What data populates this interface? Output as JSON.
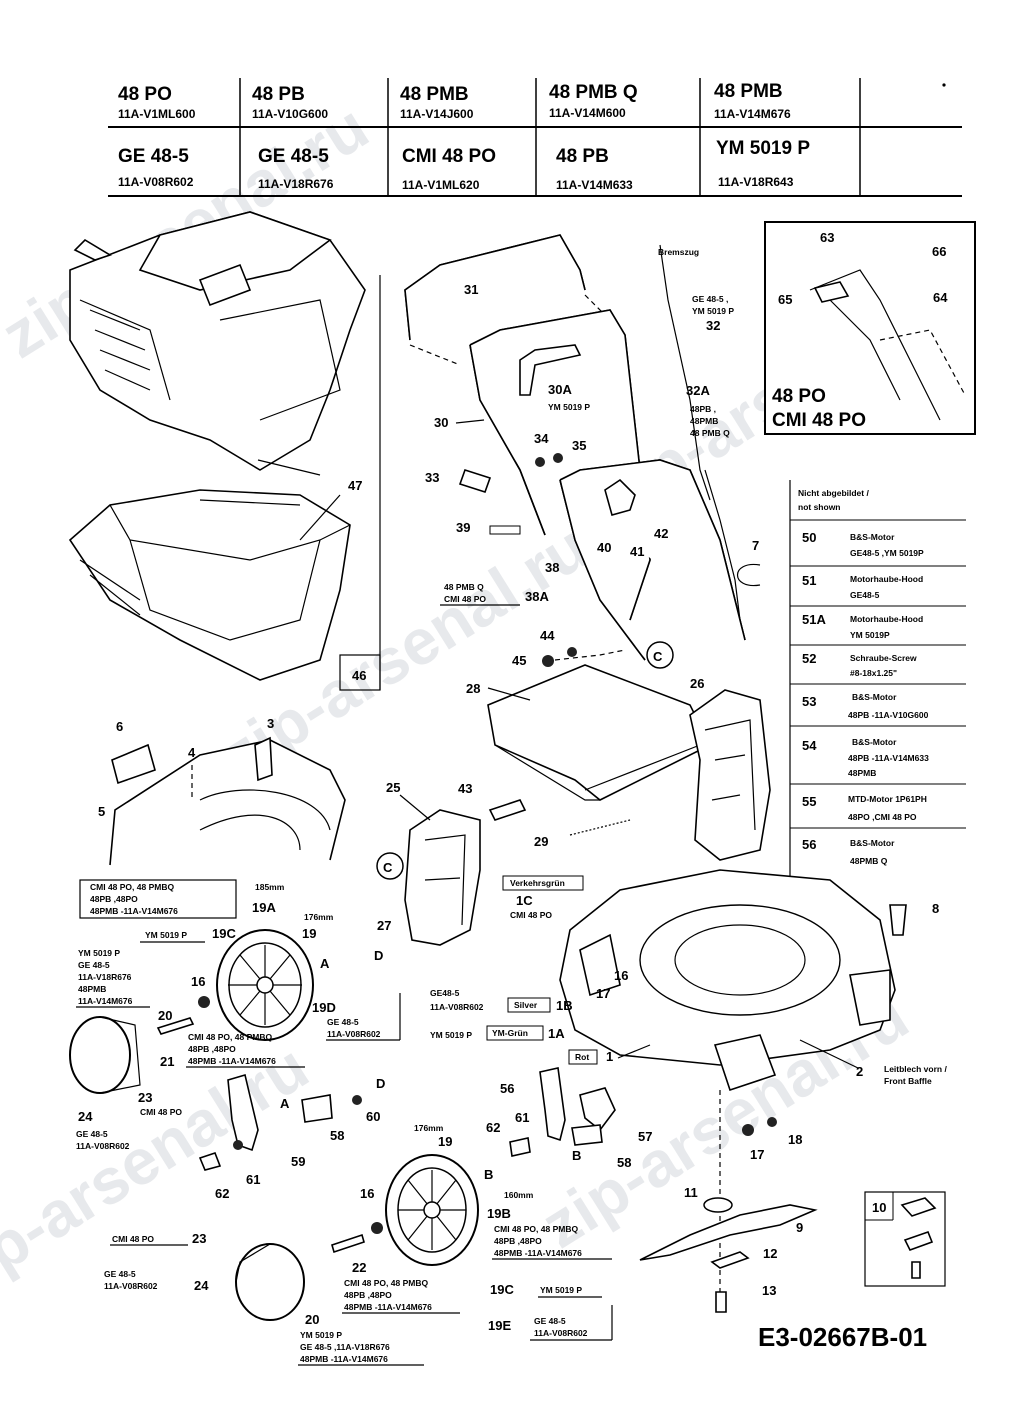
{
  "header": {
    "row1": [
      {
        "model": "48 PO",
        "code": "11A-V1ML600"
      },
      {
        "model": "48 PB",
        "code": "11A-V10G600"
      },
      {
        "model": "48 PMB",
        "code": "11A-V14J600"
      },
      {
        "model": "48 PMB Q",
        "code": "11A-V14M600"
      },
      {
        "model": "48 PMB",
        "code": "11A-V14M676"
      }
    ],
    "row2": [
      {
        "model": "GE 48-5",
        "code": "11A-V08R602"
      },
      {
        "model": "GE 48-5",
        "code": "11A-V18R676"
      },
      {
        "model": "CMI 48 PO",
        "code": "11A-V1ML620"
      },
      {
        "model": "48 PB",
        "code": "11A-V14M633"
      },
      {
        "model": "YM 5019 P",
        "code": "11A-V18R643"
      }
    ]
  },
  "inset": {
    "labels": [
      "63",
      "66",
      "65",
      "64"
    ],
    "title1": "48 PO",
    "title2": "CMI 48 PO"
  },
  "legend": {
    "heading1": "Nicht abgebildet /",
    "heading2": "not shown",
    "rows": [
      {
        "num": "50",
        "line1": "B&S-Motor",
        "line2": "GE48-5 ,YM 5019P"
      },
      {
        "num": "51",
        "line1": "Motorhaube-Hood",
        "line2": "GE48-5"
      },
      {
        "num": "51A",
        "line1": "Motorhaube-Hood",
        "line2": "YM 5019P"
      },
      {
        "num": "52",
        "line1": "Schraube-Screw",
        "line2": "#8-18x1.25\""
      },
      {
        "num": "53",
        "line1": "B&S-Motor",
        "line2": "48PB -11A-V10G600"
      },
      {
        "num": "54",
        "line1": "B&S-Motor",
        "line2": "48PB -11A-V14M633",
        "line3": "48PMB"
      },
      {
        "num": "55",
        "line1": "MTD-Motor 1P61PH",
        "line2": "48PO ,CMI 48 PO"
      },
      {
        "num": "56",
        "line1": "B&S-Motor",
        "line2": "48PMB Q"
      }
    ]
  },
  "callouts": {
    "c31": "31",
    "c30A": "30A",
    "c30A_note": "YM 5019 P",
    "c30": "30",
    "c34": "34",
    "c35": "35",
    "c33": "33",
    "c39": "39",
    "c40": "40",
    "c41": "41",
    "c42": "42",
    "c38": "38",
    "c38A": "38A",
    "c38_note1": "48 PMB Q",
    "c38_note2": "CMI 48 PO",
    "c44": "44",
    "c45": "45",
    "c7": "7",
    "cC": "C",
    "c28": "28",
    "c26": "26",
    "c47": "47",
    "c46": "46",
    "c6": "6",
    "c3": "3",
    "c4": "4",
    "c5": "5",
    "c25": "25",
    "c43": "43",
    "c29": "29",
    "c27": "27",
    "cD": "D",
    "cC2": "C",
    "c32": "32",
    "c32_note1": "GE 48-5 ,",
    "c32_note2": "YM 5019 P",
    "bremszug": "Bremszug",
    "c32A": "32A",
    "c32A_note1": "48PB ,",
    "c32A_note2": "48PMB",
    "c32A_note3": "48 PMB Q",
    "c8": "8",
    "c1C": "1C",
    "c1C_note": "CMI 48 PO",
    "verkehrsgruen": "Verkehrsgrün",
    "c16a": "16",
    "c17a": "17",
    "c1B": "1B",
    "silver": "Silver",
    "ge_note1": "GE48-5",
    "ge_note2": "11A-V08R602",
    "c1A": "1A",
    "ym_note": "YM 5019 P",
    "ymgruen": "YM-Grün",
    "rot": "Rot",
    "c1": "1",
    "c2": "2",
    "frontbaffle1": "Leitblech vorn /",
    "frontbaffle2": "Front Baffle",
    "c19A_note1": "CMI 48 PO, 48 PMBQ",
    "c19A_note2": "48PB ,48PO",
    "c19A_note3": "48PMB -11A-V14M676",
    "c19A": "19A",
    "c185": "185mm",
    "c176": "176mm",
    "c19": "19",
    "c19C": "19C",
    "c19C_note": "YM 5019 P",
    "cA": "A",
    "ym2_1": "YM 5019 P",
    "ym2_2": "GE 48-5",
    "ym2_3": "11A-V18R676",
    "ym2_4": "48PMB",
    "ym2_5": "11A-V14M676",
    "c20": "20",
    "c16b": "16",
    "c19D": "19D",
    "c19D_note1": "GE 48-5",
    "c19D_note2": "11A-V08R602",
    "c21": "21",
    "c21_note1": "CMI 48 PO, 48 PMBQ",
    "c21_note2": "48PB ,48PO",
    "c21_note3": "48PMB -11A-V14M676",
    "c23a": "23",
    "c23a_note": "CMI 48 PO",
    "c24a": "24",
    "c24a_note1": "GE 48-5",
    "c24a_note2": "11A-V08R602",
    "cA2": "A",
    "c58a": "58",
    "cD2": "D",
    "c60": "60",
    "c59": "59",
    "c61a": "61",
    "c62a": "62",
    "c56": "56",
    "c61b": "61",
    "c62b": "62",
    "c57": "57",
    "cB": "B",
    "c58b": "58",
    "c17b": "17",
    "c18": "18",
    "c176b": "176mm",
    "c19b": "19",
    "cB2": "B",
    "c160": "160mm",
    "c19B": "19B",
    "c19B_note1": "CMI 48 PO, 48 PMBQ",
    "c19B_note2": "48PB ,48PO",
    "c19B_note3": "48PMB -11A-V14M676",
    "c16c": "16",
    "c22": "22",
    "c22_note1": "CMI 48 PO, 48 PMBQ",
    "c22_note2": "48PB ,48PO",
    "c22_note3": "48PMB -11A-V14M676",
    "c19C2": "19C",
    "c19C2_note": "YM 5019 P",
    "c19E": "19E",
    "c19E_note1": "GE 48-5",
    "c19E_note2": "11A-V08R602",
    "c23b_note": "CMI 48 PO",
    "c23b": "23",
    "c24b_note1": "GE 48-5",
    "c24b_note2": "11A-V08R602",
    "c24b": "24",
    "c20b": "20",
    "c20b_note1": "YM 5019 P",
    "c20b_note2": "GE 48-5 ,11A-V18R676",
    "c20b_note3": "48PMB -11A-V14M676",
    "c11": "11",
    "c9": "9",
    "c12": "12",
    "c13": "13",
    "c10": "10"
  },
  "watermark": "zip-arsenal.ru",
  "diagram_code": "E3-02667B-01"
}
